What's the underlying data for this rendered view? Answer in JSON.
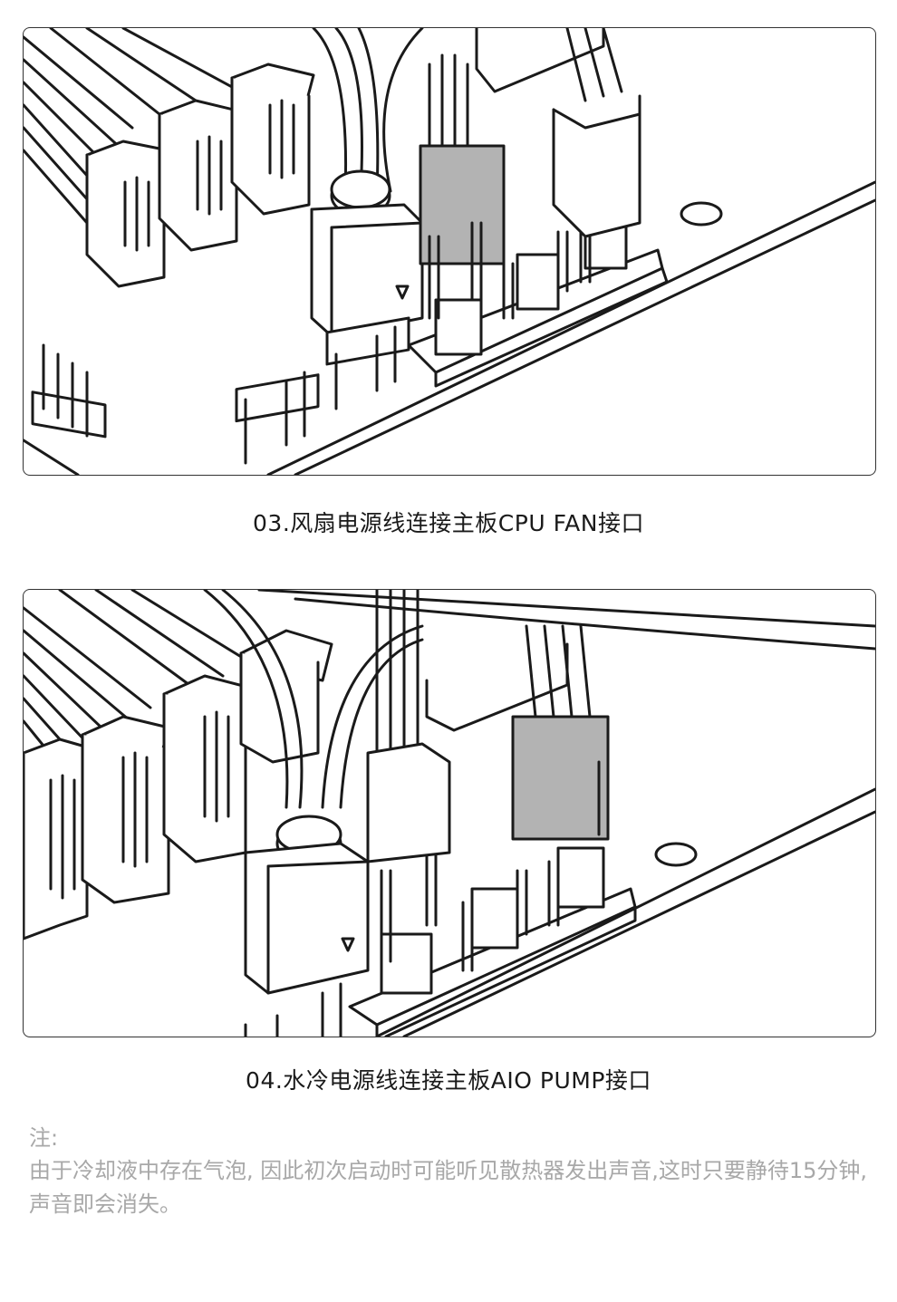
{
  "steps": [
    {
      "caption": "03.风扇电源线连接主板CPU FAN接口"
    },
    {
      "caption": "04.水冷电源线连接主板AIO PUMP接口"
    }
  ],
  "note": {
    "label": "注:",
    "text": "由于冷却液中存在气泡, 因此初次启动时可能听见散热器发出声音,这时只要静待15分钟, 声音即会消失。"
  },
  "colors": {
    "line": "#1a1a1a",
    "highlight_connector": "#b3b3b3",
    "note_text": "#a8a8a8"
  }
}
